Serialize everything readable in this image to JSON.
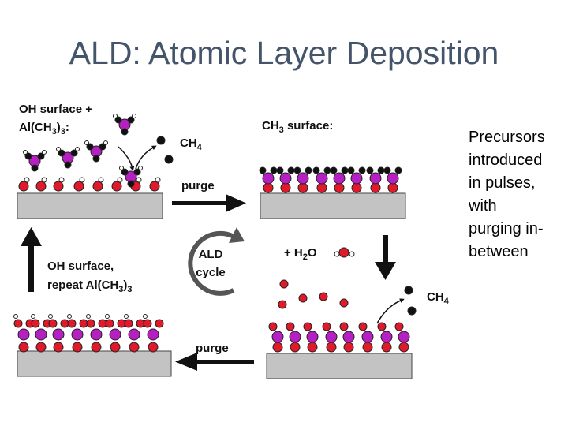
{
  "title": "ALD: Atomic Layer Deposition",
  "side_text_lines": [
    "Precursors",
    "introduced",
    "in pulses,",
    "with",
    "purging in-",
    "between"
  ],
  "diagram": {
    "oh_surface_al": {
      "line1": "OH surface +",
      "line2_prefix": "Al(CH",
      "sub1": "3",
      "mid": ")",
      "sub2": "3",
      "suffix": ":"
    },
    "ch4_top": {
      "prefix": "CH",
      "sub": "4"
    },
    "ch3_surface": {
      "prefix": "CH",
      "sub": "3",
      "suffix": " surface:"
    },
    "purge_top": "purge",
    "ald_cycle_line1": "ALD",
    "ald_cycle_line2": "cycle",
    "h2o": {
      "prefix": "+ H",
      "sub": "2",
      "suffix": "O"
    },
    "oh_repeat": {
      "line1": "OH surface,",
      "line2_prefix": "repeat Al(CH",
      "sub1": "3",
      "mid": ")",
      "sub2": "3"
    },
    "ch4_bottom": {
      "prefix": "CH",
      "sub": "4"
    },
    "purge_bottom": "purge"
  },
  "colors": {
    "title": "#44546a",
    "substrate": "#c3c3c3",
    "oxygen": "#e0192b",
    "aluminum": "#b61fc2",
    "carbon": "#111111",
    "hydrogen": "#ffffff",
    "arrow": "#111111",
    "cycle_arrow": "#555555"
  }
}
